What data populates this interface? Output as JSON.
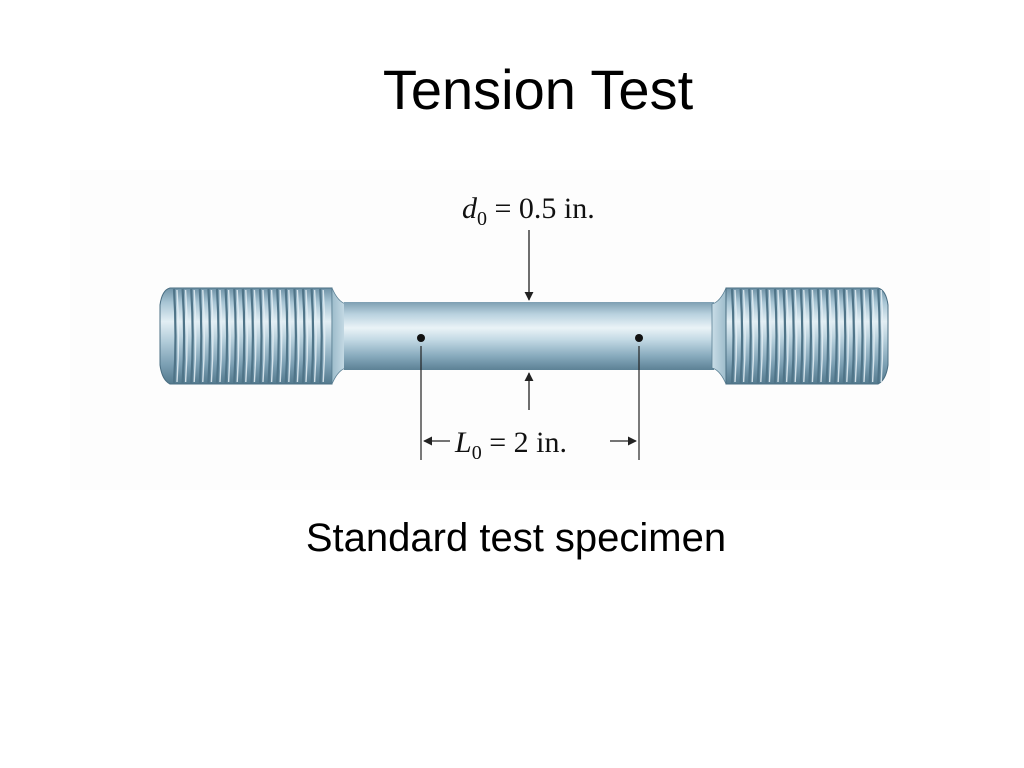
{
  "slide": {
    "title": "Tension Test",
    "caption": "Standard test specimen"
  },
  "figure": {
    "diameter_label": {
      "symbol": "d",
      "subscript": "0",
      "value_text": " = 0.5 in."
    },
    "gauge_label": {
      "symbol": "L",
      "subscript": "0",
      "value_text": " = 2 in."
    },
    "colors": {
      "steel_light": "#e6f0f5",
      "steel_mid": "#8fb3c6",
      "steel_dark": "#4a6e82",
      "thread_dark": "#557a8e",
      "line": "#222222",
      "gauge_mark": "#111111"
    }
  }
}
